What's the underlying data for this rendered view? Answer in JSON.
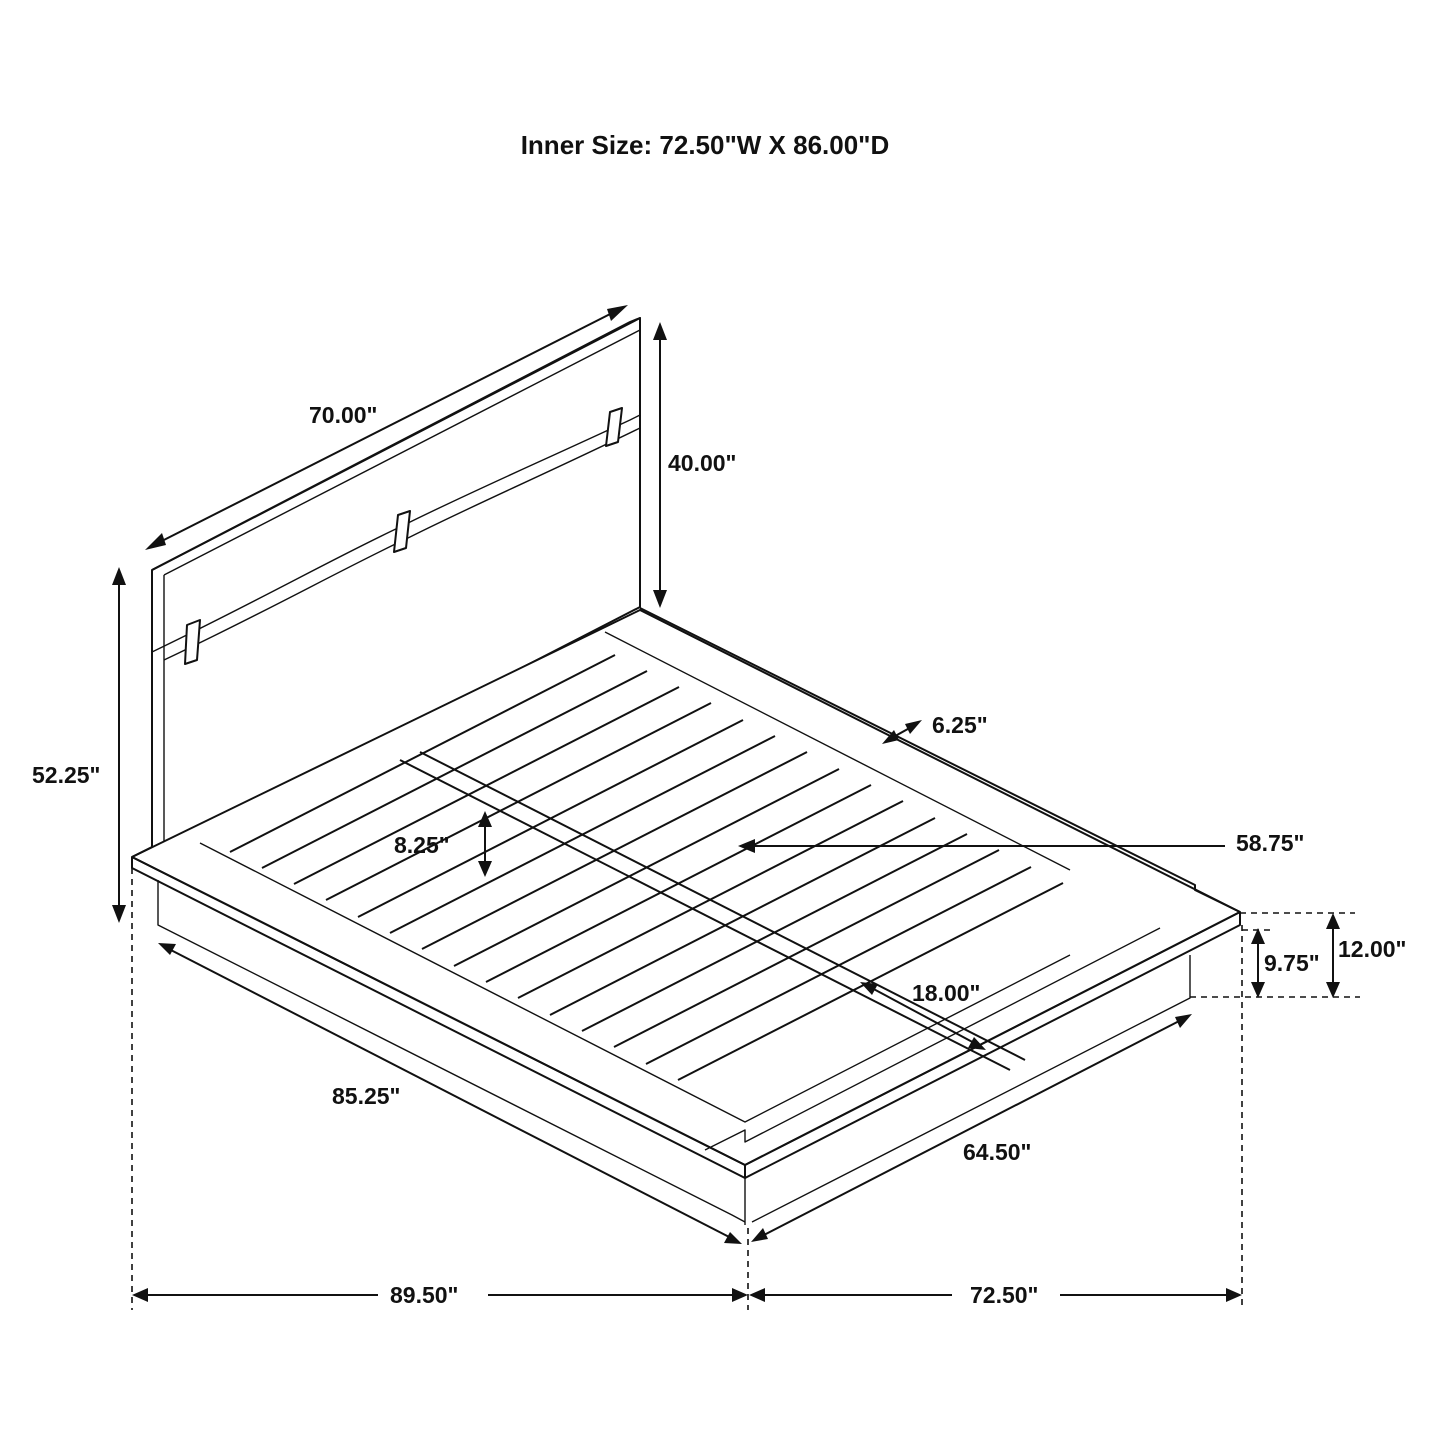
{
  "title": "Inner Size: 72.50\"W X 86.00\"D",
  "dimensions": {
    "headboard_width": "70.00\"",
    "headboard_height": "40.00\"",
    "overall_height": "52.25\"",
    "rail_width": "6.25\"",
    "mattress_width": "58.75\"",
    "underbed_clearance": "8.25\"",
    "base_height": "12.00\"",
    "base_inner_height": "9.75\"",
    "footboard_offset": "18.00\"",
    "side_rail_length": "85.25\"",
    "foot_rail_length": "64.50\"",
    "overall_length": "89.50\"",
    "overall_width": "72.50\""
  },
  "colors": {
    "line": "#111111",
    "background": "#ffffff"
  }
}
